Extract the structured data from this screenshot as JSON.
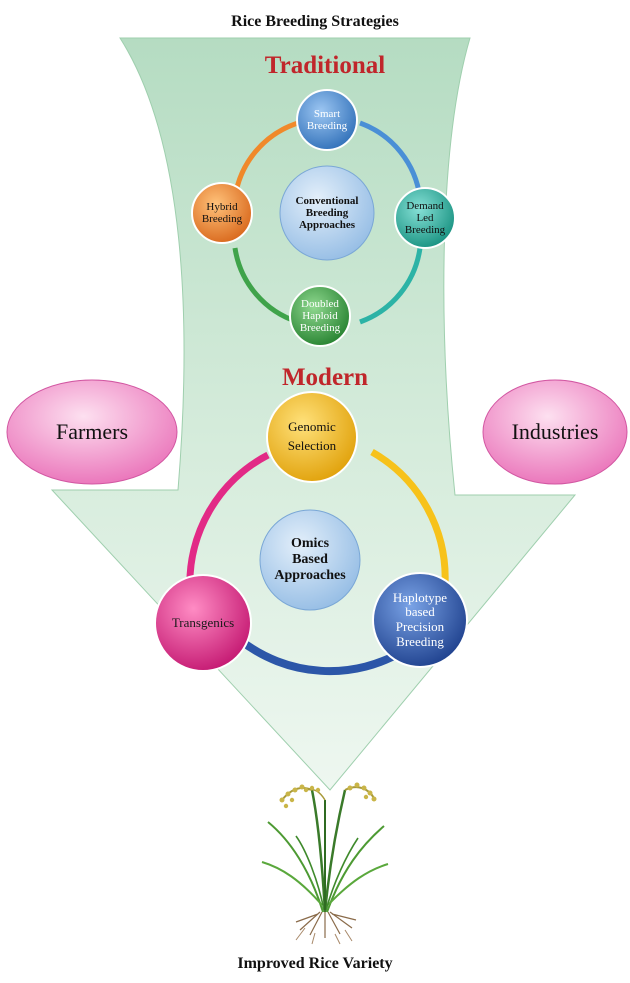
{
  "title": "Rice Breeding Strategies",
  "bottom_label": "Improved Rice Variety",
  "traditional": {
    "heading": "Traditional",
    "center": "Conventional\nBreeding\nApproaches",
    "nodes": {
      "top": "Smart\nBreeding",
      "right": "Demand\nLed\nBreeding",
      "bottom": "Doubled\nHaploid\nBreeding",
      "left": "Hybrid\nBreeding"
    }
  },
  "modern": {
    "heading": "Modern",
    "center": "Omics\nBased\nApproaches",
    "nodes": {
      "top": "Genomic\nSelection",
      "right": "Haplotype\nbased\nPrecision\nBreeding",
      "left": "Transgenics"
    }
  },
  "sides": {
    "left": "Farmers",
    "right": "Industries"
  },
  "colors": {
    "arrow_fill": "#cfe8d6",
    "heading_red": "#c0262b",
    "node_blue": "#4a8fd6",
    "node_teal": "#2cb3a6",
    "node_green": "#3fa34a",
    "node_orange": "#f0892a",
    "node_yellow": "#f7c21a",
    "node_navy": "#2c56a8",
    "node_magenta": "#e22a86",
    "center_light_blue": "#b6d4ef",
    "pink_ellipse": "#f088c4"
  }
}
